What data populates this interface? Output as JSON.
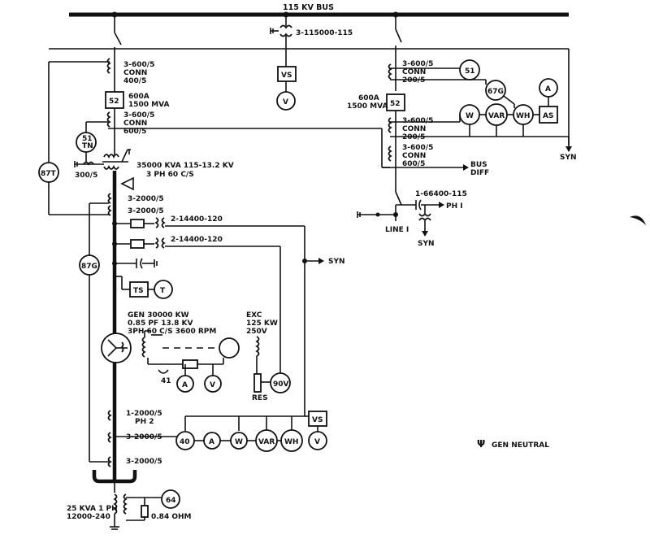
{
  "bus": {
    "label": "115 KV BUS"
  },
  "aux_transformer": {
    "label": "3-115000-115"
  },
  "gen_line": {
    "ct1": [
      "3-600/5",
      "CONN",
      "400/5"
    ],
    "breaker": {
      "number": "52",
      "rating": [
        "600A",
        "1500 MVA"
      ]
    },
    "ct2": [
      "3-600/5",
      "CONN",
      "600/5"
    ],
    "relay_51tn": [
      "51",
      "TN"
    ],
    "relay_87t": "87T",
    "ct_300": "300/5",
    "transformer": [
      "35000 KVA 115-13.2 KV",
      "3 PH 60 C/S"
    ],
    "ct_2000_a": "3-2000/5",
    "ct_2000_b": "3-2000/5",
    "pt_1": "2-14400-120",
    "pt_2": "2-14400-120",
    "relay_87g": "87G",
    "ts_box": "TS",
    "t_meter": "T"
  },
  "generator": {
    "spec": [
      "GEN 30000 KW",
      "0.85 PF 13.8 KV",
      "3PH 60 C/S 3600 RPM"
    ],
    "exciter": [
      "EXC",
      "125 KW",
      "250V"
    ],
    "device_41": "41",
    "meters_a_v": [
      "A",
      "V"
    ],
    "res": "RES",
    "relay_90v": "90V"
  },
  "gen_lower": {
    "ct_pn2": [
      "1-2000/5",
      "PH 2"
    ],
    "ct_3_2000_c": "3-2000/5",
    "ct_3_2000_d": "3-2000/5",
    "meters": [
      "40",
      "A",
      "W",
      "VAR",
      "WH",
      "V"
    ],
    "vs_box": "VS",
    "neutral_xfmr": [
      "25 KVA 1 PH",
      "12000-240"
    ],
    "relay_64": "64",
    "resistor": "0.84 OHM"
  },
  "vs_top": {
    "box": "VS",
    "meter": "V"
  },
  "line_side": {
    "ct1": [
      "3-600/5",
      "CONN",
      "200/5"
    ],
    "relay_51": "51",
    "relay_67g": "67G",
    "breaker": {
      "number": "52",
      "rating": [
        "600A",
        "1500 MVA"
      ]
    },
    "ct2": [
      "3-600/5",
      "CONN",
      "200/5"
    ],
    "ct3": [
      "3-600/5",
      "CONN",
      "600/5"
    ],
    "meters": [
      "W",
      "VAR",
      "WH"
    ],
    "ammeter": "A",
    "as_box": "AS",
    "syn_label": "SYN",
    "bus_diff": [
      "BUS",
      "DIFF"
    ],
    "cap_pt": "1-66400-115",
    "phase": "PH I",
    "line_label": "LINE I",
    "syn2": "SYN"
  },
  "syn_arrow": "SYN",
  "legend": {
    "symbol": "Ψ",
    "text": "GEN NEUTRAL"
  }
}
